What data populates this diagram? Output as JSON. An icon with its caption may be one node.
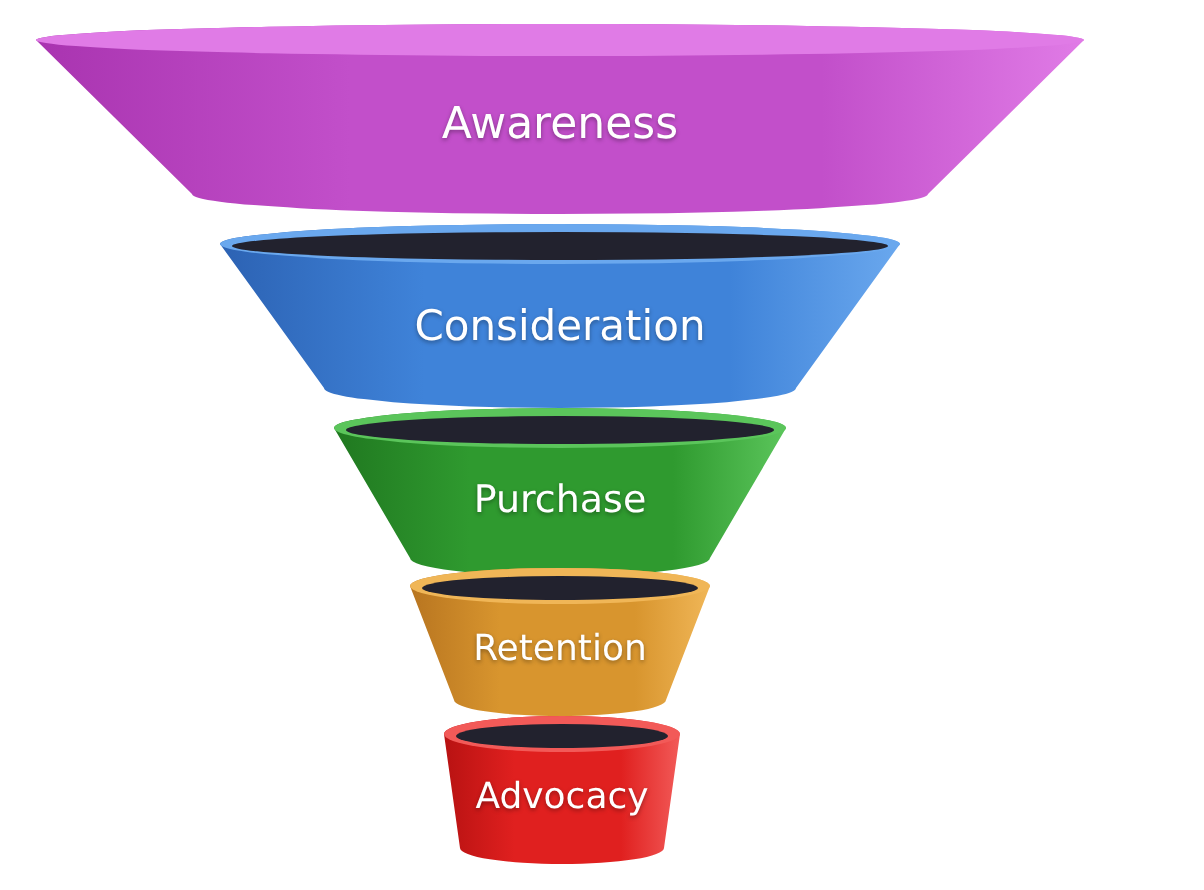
{
  "diagram": {
    "nodes": [
      {
        "text": [
          "Awareness"
        ]
      },
      {
        "text": [
          "Consideration"
        ]
      },
      {
        "text": [
          "Purchase"
        ]
      },
      {
        "text": [
          "Retention"
        ]
      },
      {
        "text": [
          "Advocacy"
        ]
      }
    ]
  }
}
